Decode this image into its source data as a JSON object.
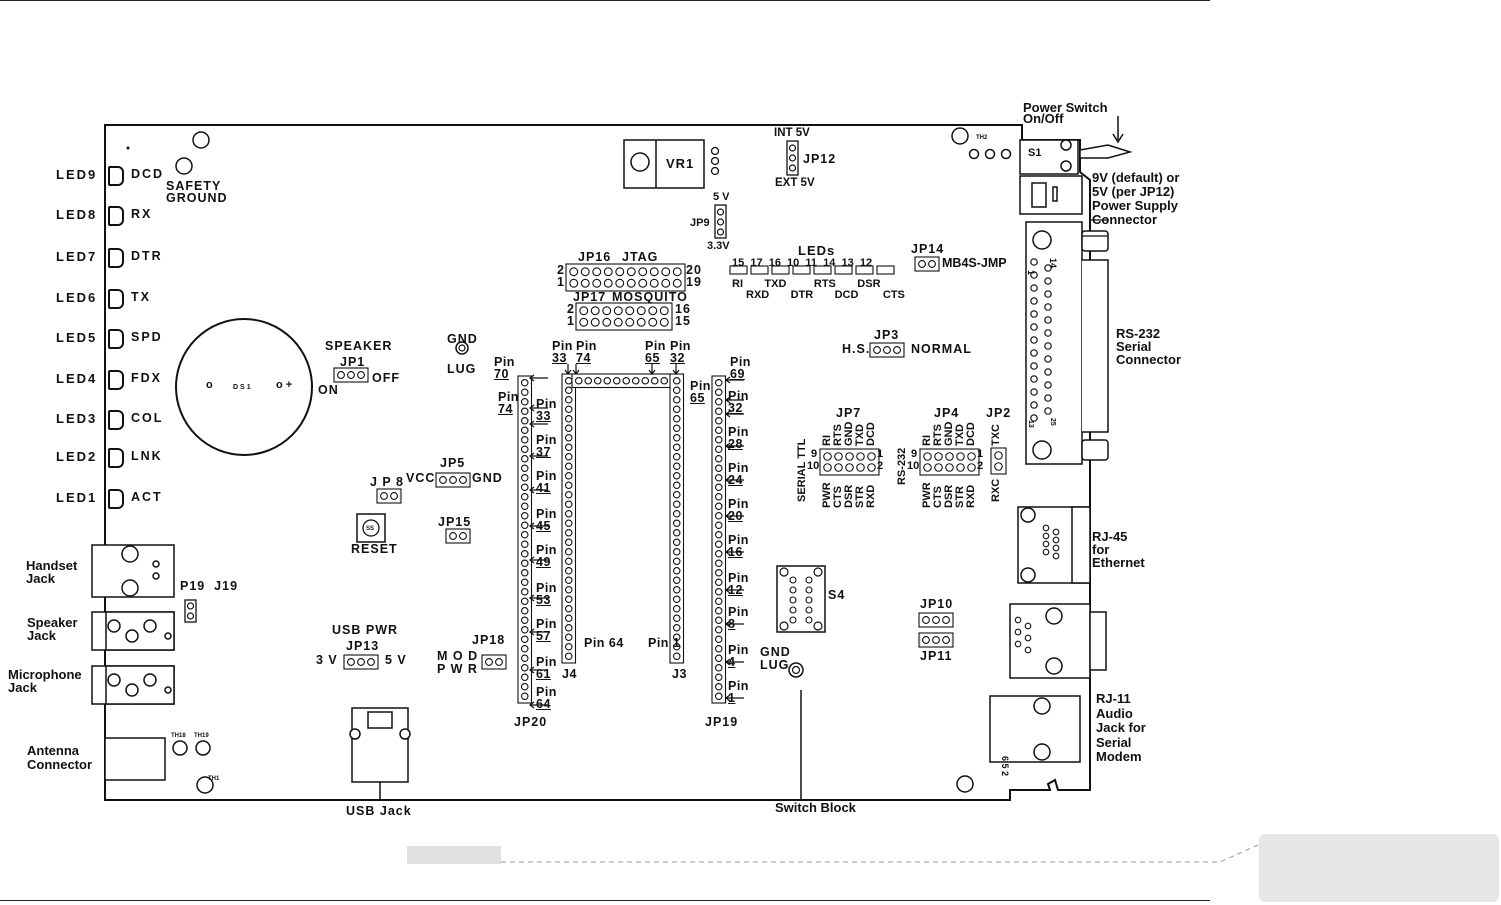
{
  "board": {
    "leds": [
      {
        "ref": "LED9",
        "signal": "DCD"
      },
      {
        "ref": "LED8",
        "signal": "RX"
      },
      {
        "ref": "LED7",
        "signal": "DTR"
      },
      {
        "ref": "LED6",
        "signal": "TX"
      },
      {
        "ref": "LED5",
        "signal": "SPD"
      },
      {
        "ref": "LED4",
        "signal": "FDX"
      },
      {
        "ref": "LED3",
        "signal": "COL"
      },
      {
        "ref": "LED2",
        "signal": "LNK"
      },
      {
        "ref": "LED1",
        "signal": "ACT"
      }
    ],
    "safety_ground": [
      "SAFETY",
      "GROUND"
    ],
    "speaker": {
      "title": "SPEAKER",
      "ref": "JP1",
      "on": "ON",
      "off": "OFF"
    },
    "ds1": {
      "ref": "DS1",
      "minus": "o",
      "plus": "o +"
    },
    "gnd_lug_top": [
      "GND",
      "LUG"
    ],
    "jp8": "J P 8",
    "jp5": {
      "ref": "JP5",
      "left": "VCC",
      "right": "GND"
    },
    "reset": {
      "label": "RESET",
      "mark": "SS"
    },
    "jp15": "JP15",
    "usb_pwr": {
      "title": "USB PWR",
      "ref": "JP13",
      "left": "3 V",
      "right": "5 V"
    },
    "jp18": {
      "ref": "JP18",
      "l1": "M O D",
      "l2": "P W R"
    },
    "p19j19": "P19  J19",
    "vr1": "VR1",
    "jp12": {
      "top": "INT 5V",
      "ref": "JP12",
      "bottom": "EXT 5V"
    },
    "jp9": {
      "top": "5 V",
      "ref": "JP9",
      "bottom": "3.3V"
    },
    "jp16": {
      "ref": "JP16",
      "name": "JTAG",
      "l_top": "2",
      "l_bot": "1",
      "r_top": "20",
      "r_bot": "19"
    },
    "jp17": {
      "ref": "JP17",
      "name": "MOSQUITO",
      "l_top": "2",
      "l_bot": "1",
      "r_top": "16",
      "r_bot": "15"
    },
    "leds_header": {
      "title": "LEDs",
      "numbers": "15  17  16  10  11  14  13  12",
      "row1": "RI       TXD         RTS       DSR",
      "row2": "RXD       DTR       DCD        CTS"
    },
    "jp14": {
      "ref": "JP14",
      "name": "MB4S-JMP"
    },
    "jp3": {
      "ref": "JP3",
      "left": "H.S.",
      "right": "NORMAL"
    },
    "jp7": {
      "ref": "JP7",
      "side": "SERIAL TTL",
      "pins_top": [
        "RI",
        "RTS",
        "GND",
        "TXD",
        "DCD"
      ],
      "pins_bot": [
        "PWR",
        "CTS",
        "DSR",
        "STR",
        "RXD"
      ],
      "n9": "9",
      "n10": "10",
      "n1": "1",
      "n2": "2"
    },
    "jp4": {
      "ref": "JP4",
      "side": "RS-232",
      "pins_top": [
        "RI",
        "RTS",
        "GND",
        "TXD",
        "DCD"
      ],
      "pins_bot": [
        "PWR",
        "CTS",
        "DSR",
        "STR",
        "RXD"
      ],
      "n9": "9",
      "n10": "10",
      "n1": "1",
      "n2": "2"
    },
    "jp2": {
      "ref": "JP2",
      "top": "TXC",
      "bottom": "RXC"
    },
    "jp10": "JP10",
    "jp11": "JP11",
    "s4": "S4",
    "gnd_lug_bottom": [
      "GND",
      "LUG"
    ],
    "s1": "S1",
    "th2": "TH2",
    "th18": "TH18",
    "th19": "TH19",
    "th1": "TH1",
    "pins_jp20": [
      "Pin 70",
      "Pin 74",
      "Pin 33",
      "Pin 37",
      "Pin 41",
      "Pin 45",
      "Pin 49",
      "Pin 53",
      "Pin 57",
      "Pin 61",
      "Pin 64"
    ],
    "pins_top_j4": [
      "Pin 33",
      "Pin 74",
      "Pin 65",
      "Pin 32"
    ],
    "j4_bottom": {
      "pin": "Pin 64",
      "ref": "J4"
    },
    "j3_bottom": {
      "pin": "Pin 1",
      "ref": "J3"
    },
    "pins_jp19": [
      "Pin 69",
      "Pin 65",
      "Pin 32",
      "Pin 28",
      "Pin 24",
      "Pin 20",
      "Pin 16",
      "Pin 12",
      "Pin 8",
      "Pin 4",
      "Pin 1"
    ],
    "jp20": "JP20",
    "jp19": "JP19",
    "rj11_pins": "6 5 2"
  },
  "callouts": {
    "power_switch": [
      "Power Switch",
      "On/Off"
    ],
    "power_supply": [
      "9V (default) or",
      "5V (per JP12)",
      "Power Supply",
      "Connector"
    ],
    "rs232": [
      "RS-232",
      "Serial",
      "Connector"
    ],
    "rj45": [
      "RJ-45",
      "for",
      "Ethernet"
    ],
    "rj11": [
      "RJ-11",
      "Audio",
      "Jack for",
      "Serial",
      "Modem"
    ],
    "handset": [
      "Handset",
      "Jack"
    ],
    "speaker_jack": [
      "Speaker",
      "Jack"
    ],
    "microphone": [
      "Microphone",
      "Jack"
    ],
    "antenna": [
      "Antenna",
      "Connector"
    ],
    "usb_jack": "USB Jack",
    "switch_block": "Switch Block"
  },
  "db25": {
    "p1": "1",
    "p14": "14",
    "p13": "13",
    "p25": "25"
  }
}
